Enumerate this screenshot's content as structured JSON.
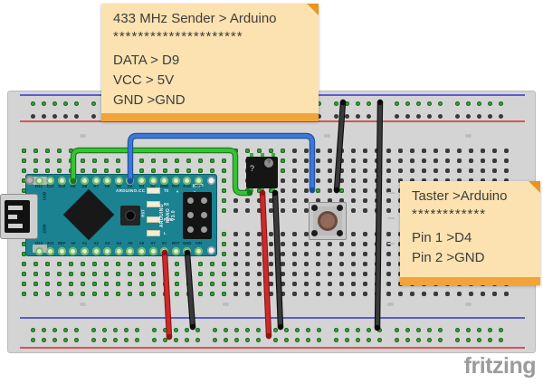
{
  "colors": {
    "board_teal": "#1b8292",
    "breadboard_gray": "#d4d4d4",
    "rail_blue": "#5c5ccf",
    "rail_red": "#d45555",
    "hole_green": "#3fa83f",
    "note_bg": "#fbe2b0",
    "note_bar": "#f2a439"
  },
  "notes": [
    {
      "title": "433 MHz Sender > Arduino",
      "stars": "*********************",
      "lines": [
        "DATA > D9",
        "VCC > 5V",
        "GND >GND"
      ]
    },
    {
      "title": "Taster >Arduino",
      "stars": "************",
      "lines": [
        "Pin 1 >D4",
        "Pin 2 >GND"
      ]
    }
  ],
  "nano": {
    "top_pins": [
      "D12",
      "D11",
      "D10",
      "D9",
      "D8",
      "D7",
      "D6",
      "D5",
      "D4",
      "D3",
      "D2",
      "GND",
      "RST",
      "RXD",
      "TX1"
    ],
    "bottom_pins": [
      "D13",
      "3V3",
      "REF",
      "A0",
      "A1",
      "A2",
      "A3",
      "A4",
      "A5",
      "A6",
      "A7",
      "5V",
      "RST",
      "GND",
      "VIN"
    ],
    "brand": "ARDUINO.CC",
    "model_lines": [
      "ARDUINO",
      "NANO",
      "V3.0"
    ],
    "icsp_label": "ICSP",
    "reset_label": "RST",
    "led_labels": [
      "TX",
      "RX",
      "PWR",
      "L"
    ],
    "usb_label": "USB",
    "date_code": "2309",
    "rx_arrow": "▼",
    "tx_arrow": "▲"
  },
  "module": {
    "label": "?",
    "badge": "?"
  },
  "wires": [
    {
      "id": "data",
      "color": "#35c335",
      "dark": "#157a15",
      "from": "D9",
      "to": "433 module DATA"
    },
    {
      "id": "taster",
      "color": "#3b78d8",
      "dark": "#1d4f99",
      "from": "D4",
      "to": "button pin 1"
    },
    {
      "id": "btn-gnd",
      "color": "#3a3a3a",
      "dark": "#0c0c0c",
      "from": "top GND rail",
      "to": "button pin 2"
    },
    {
      "id": "rail-bridge",
      "color": "#3a3a3a",
      "dark": "#0c0c0c",
      "from": "top GND rail",
      "to": "bottom GND rail"
    },
    {
      "id": "nano-5v",
      "color": "#cc2b2b",
      "dark": "#8c1414",
      "from": "5V",
      "to": "+ rail"
    },
    {
      "id": "nano-gnd",
      "color": "#3a3a3a",
      "dark": "#0c0c0c",
      "from": "GND",
      "to": "GND rail"
    },
    {
      "id": "module-vcc",
      "color": "#cc2b2b",
      "dark": "#8c1414",
      "from": "433 module VCC",
      "to": "+ rail"
    },
    {
      "id": "module-gnd",
      "color": "#3a3a3a",
      "dark": "#0c0c0c",
      "from": "433 module GND",
      "to": "GND rail"
    }
  ],
  "logo": "fritzing"
}
